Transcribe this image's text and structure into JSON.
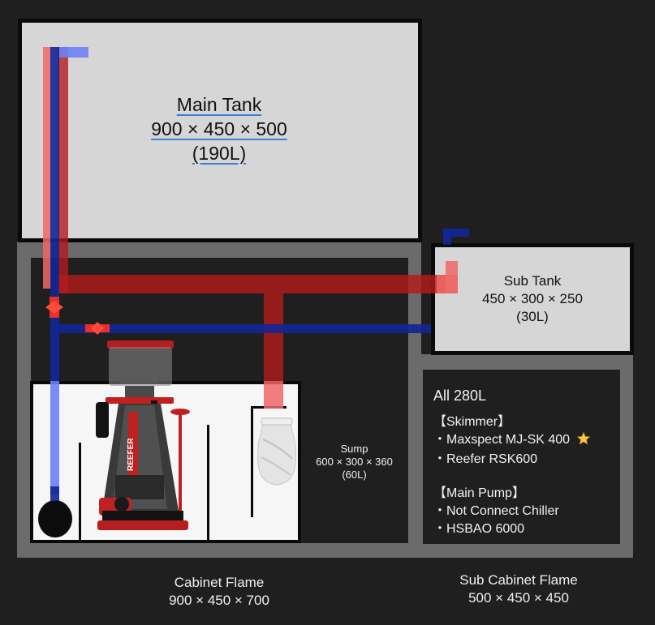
{
  "main_tank": {
    "name": "Main Tank",
    "dimensions": "900 × 450 × 500",
    "volume": "(190L)"
  },
  "sub_tank": {
    "name": "Sub Tank",
    "dimensions": "450 × 300 × 250",
    "volume": "(30L)"
  },
  "sump": {
    "name": "Sump",
    "dimensions": "600 × 300 × 360",
    "volume": "(60L)"
  },
  "cabinet": {
    "name": "Cabinet Flame",
    "dimensions": "900 × 450 × 700"
  },
  "sub_cabinet": {
    "name": "Sub Cabinet Flame",
    "dimensions": "500 × 450 × 450"
  },
  "info_panel": {
    "total": "All 280L",
    "skimmer_heading": "【Skimmer】",
    "skimmer_items": [
      "・Maxspect MJ-SK 400",
      "・Reefer RSK600"
    ],
    "pump_heading": "【Main Pump】",
    "pump_items": [
      "・Not Connect Chiller",
      "・HSBAO 6000"
    ]
  },
  "skimmer_brand": "REEFER",
  "colors": {
    "return_pipe": "#b41c1c",
    "feed_pipe": "#122696",
    "frame": "#6b6b6b",
    "tank_fill": "#d6d6d6",
    "valve": "#e8302a"
  },
  "icons": [
    "star-icon",
    "valve-icon",
    "pump-icon",
    "filter-bag-icon",
    "skimmer-icon"
  ]
}
